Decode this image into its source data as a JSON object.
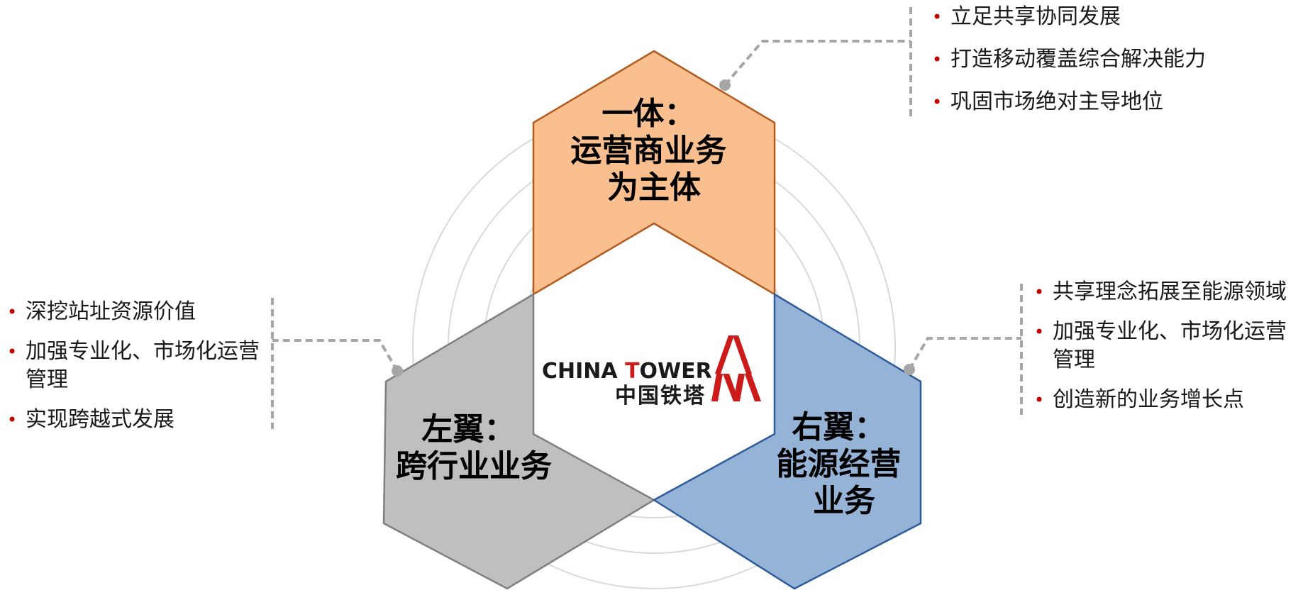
{
  "hexagons": {
    "top": {
      "lines": [
        "一体：",
        "运营商业务",
        "为主体"
      ],
      "fill": "#f9bf8f",
      "stroke": "#b35a1f"
    },
    "left": {
      "lines": [
        "左翼：",
        "跨行业业务"
      ],
      "fill": "#bfbfbf",
      "stroke": "#7f7f7f"
    },
    "right": {
      "lines": [
        "右翼：",
        "能源经营",
        "业务"
      ],
      "fill": "#95b3d7",
      "stroke": "#2e5b9a"
    }
  },
  "logo": {
    "en_prefix": "CHINA ",
    "en_red": "T",
    "en_suffix": "OWER",
    "cn": "中国铁塔",
    "color": "#cc1b1b"
  },
  "lists": {
    "top": [
      "立足共享协同发展",
      "打造移动覆盖综合解决能力",
      "巩固市场绝对主导地位"
    ],
    "left": [
      "深挖站址资源价值",
      "加强专业化、市场化运营管理",
      "实现跨越式发展"
    ],
    "right": [
      "共享理念拓展至能源领域",
      "加强专业化、市场化运营管理",
      "创造新的业务增长点"
    ]
  },
  "colors": {
    "bullet": "#c00000",
    "connector": "#a6a6a6",
    "rings": "#d9d9d9"
  }
}
